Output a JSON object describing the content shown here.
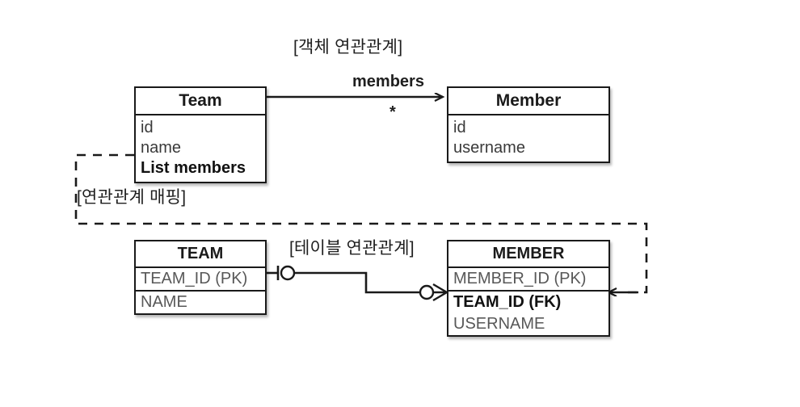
{
  "diagram": {
    "title_object": "[객체 연관관계]",
    "title_mapping": "[연관관계 매핑]",
    "title_table": "[테이블 연관관계]",
    "association_label": "members",
    "multiplicity": "*",
    "object_model": {
      "team": {
        "name": "Team",
        "fields": [
          "id",
          "name",
          "List members"
        ]
      },
      "member": {
        "name": "Member",
        "fields": [
          "id",
          "username"
        ]
      }
    },
    "table_model": {
      "team": {
        "name": "TEAM",
        "columns": [
          "TEAM_ID (PK)",
          "NAME"
        ]
      },
      "member": {
        "name": "MEMBER",
        "columns": [
          "MEMBER_ID (PK)",
          "TEAM_ID (FK)",
          "USERNAME"
        ]
      }
    },
    "colors": {
      "stroke": "#1a1a1a",
      "text": "#1f1f1f",
      "muted_text": "#585858",
      "background": "#ffffff"
    }
  }
}
